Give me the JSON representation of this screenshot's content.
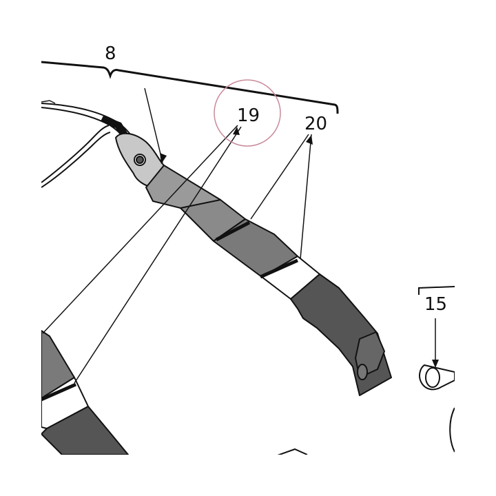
{
  "diagram": {
    "callouts": {
      "group_8": "8",
      "part_19": "19",
      "part_20": "20",
      "part_15": "15"
    },
    "highlight": {
      "target": "19",
      "color": "#c98a9a"
    },
    "colors": {
      "dark_band": "#555555",
      "mid_band": "#8a8a8a",
      "light_band": "#ffffff",
      "outline": "#111111"
    }
  }
}
